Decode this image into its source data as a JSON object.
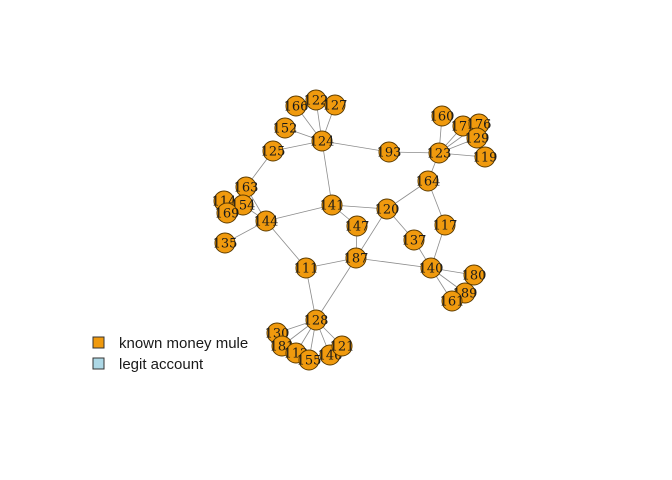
{
  "colors": {
    "known_money_mule": "#f09a0e",
    "legit_account": "#add8e6",
    "edge": "#8c8c8c"
  },
  "legend": {
    "items": [
      {
        "label": "known money mule",
        "color": "#f09a0e"
      },
      {
        "label": "legit account",
        "color": "#add8e6"
      }
    ]
  },
  "graph": {
    "nodes": [
      {
        "id": "166",
        "type": "known_money_mule"
      },
      {
        "id": "122",
        "type": "known_money_mule"
      },
      {
        "id": "127",
        "type": "known_money_mule"
      },
      {
        "id": "152",
        "type": "known_money_mule"
      },
      {
        "id": "124",
        "type": "known_money_mule"
      },
      {
        "id": "125",
        "type": "known_money_mule"
      },
      {
        "id": "193",
        "type": "known_money_mule"
      },
      {
        "id": "123",
        "type": "known_money_mule"
      },
      {
        "id": "160",
        "type": "known_money_mule"
      },
      {
        "id": "171",
        "type": "known_money_mule"
      },
      {
        "id": "176",
        "type": "known_money_mule"
      },
      {
        "id": "129",
        "type": "known_money_mule"
      },
      {
        "id": "119",
        "type": "known_money_mule"
      },
      {
        "id": "164",
        "type": "known_money_mule"
      },
      {
        "id": "163",
        "type": "known_money_mule"
      },
      {
        "id": "114",
        "type": "known_money_mule"
      },
      {
        "id": "154",
        "type": "known_money_mule"
      },
      {
        "id": "169",
        "type": "known_money_mule"
      },
      {
        "id": "144",
        "type": "known_money_mule"
      },
      {
        "id": "135",
        "type": "known_money_mule"
      },
      {
        "id": "141",
        "type": "known_money_mule"
      },
      {
        "id": "147",
        "type": "known_money_mule"
      },
      {
        "id": "120",
        "type": "known_money_mule"
      },
      {
        "id": "117",
        "type": "known_money_mule"
      },
      {
        "id": "137",
        "type": "known_money_mule"
      },
      {
        "id": "111",
        "type": "known_money_mule"
      },
      {
        "id": "187",
        "type": "known_money_mule"
      },
      {
        "id": "140",
        "type": "known_money_mule"
      },
      {
        "id": "180",
        "type": "known_money_mule"
      },
      {
        "id": "189",
        "type": "known_money_mule"
      },
      {
        "id": "161",
        "type": "known_money_mule"
      },
      {
        "id": "128",
        "type": "known_money_mule"
      },
      {
        "id": "130",
        "type": "known_money_mule"
      },
      {
        "id": "181",
        "type": "known_money_mule"
      },
      {
        "id": "112",
        "type": "known_money_mule"
      },
      {
        "id": "155",
        "type": "known_money_mule"
      },
      {
        "id": "146",
        "type": "known_money_mule"
      },
      {
        "id": "121",
        "type": "known_money_mule"
      }
    ],
    "edges": [
      [
        "166",
        "124"
      ],
      [
        "122",
        "124"
      ],
      [
        "127",
        "124"
      ],
      [
        "152",
        "124"
      ],
      [
        "125",
        "124"
      ],
      [
        "124",
        "193"
      ],
      [
        "124",
        "141"
      ],
      [
        "193",
        "123"
      ],
      [
        "160",
        "123"
      ],
      [
        "171",
        "123"
      ],
      [
        "176",
        "123"
      ],
      [
        "129",
        "123"
      ],
      [
        "119",
        "123"
      ],
      [
        "123",
        "164"
      ],
      [
        "125",
        "163"
      ],
      [
        "163",
        "154"
      ],
      [
        "114",
        "154"
      ],
      [
        "169",
        "154"
      ],
      [
        "154",
        "144"
      ],
      [
        "163",
        "144"
      ],
      [
        "135",
        "144"
      ],
      [
        "144",
        "141"
      ],
      [
        "144",
        "111"
      ],
      [
        "141",
        "120"
      ],
      [
        "141",
        "147"
      ],
      [
        "147",
        "187"
      ],
      [
        "164",
        "120"
      ],
      [
        "164",
        "117"
      ],
      [
        "120",
        "187"
      ],
      [
        "120",
        "137"
      ],
      [
        "137",
        "140"
      ],
      [
        "117",
        "140"
      ],
      [
        "187",
        "111"
      ],
      [
        "187",
        "140"
      ],
      [
        "187",
        "128"
      ],
      [
        "111",
        "128"
      ],
      [
        "140",
        "180"
      ],
      [
        "140",
        "189"
      ],
      [
        "140",
        "161"
      ],
      [
        "128",
        "130"
      ],
      [
        "128",
        "181"
      ],
      [
        "128",
        "112"
      ],
      [
        "128",
        "155"
      ],
      [
        "128",
        "146"
      ],
      [
        "128",
        "121"
      ]
    ]
  }
}
